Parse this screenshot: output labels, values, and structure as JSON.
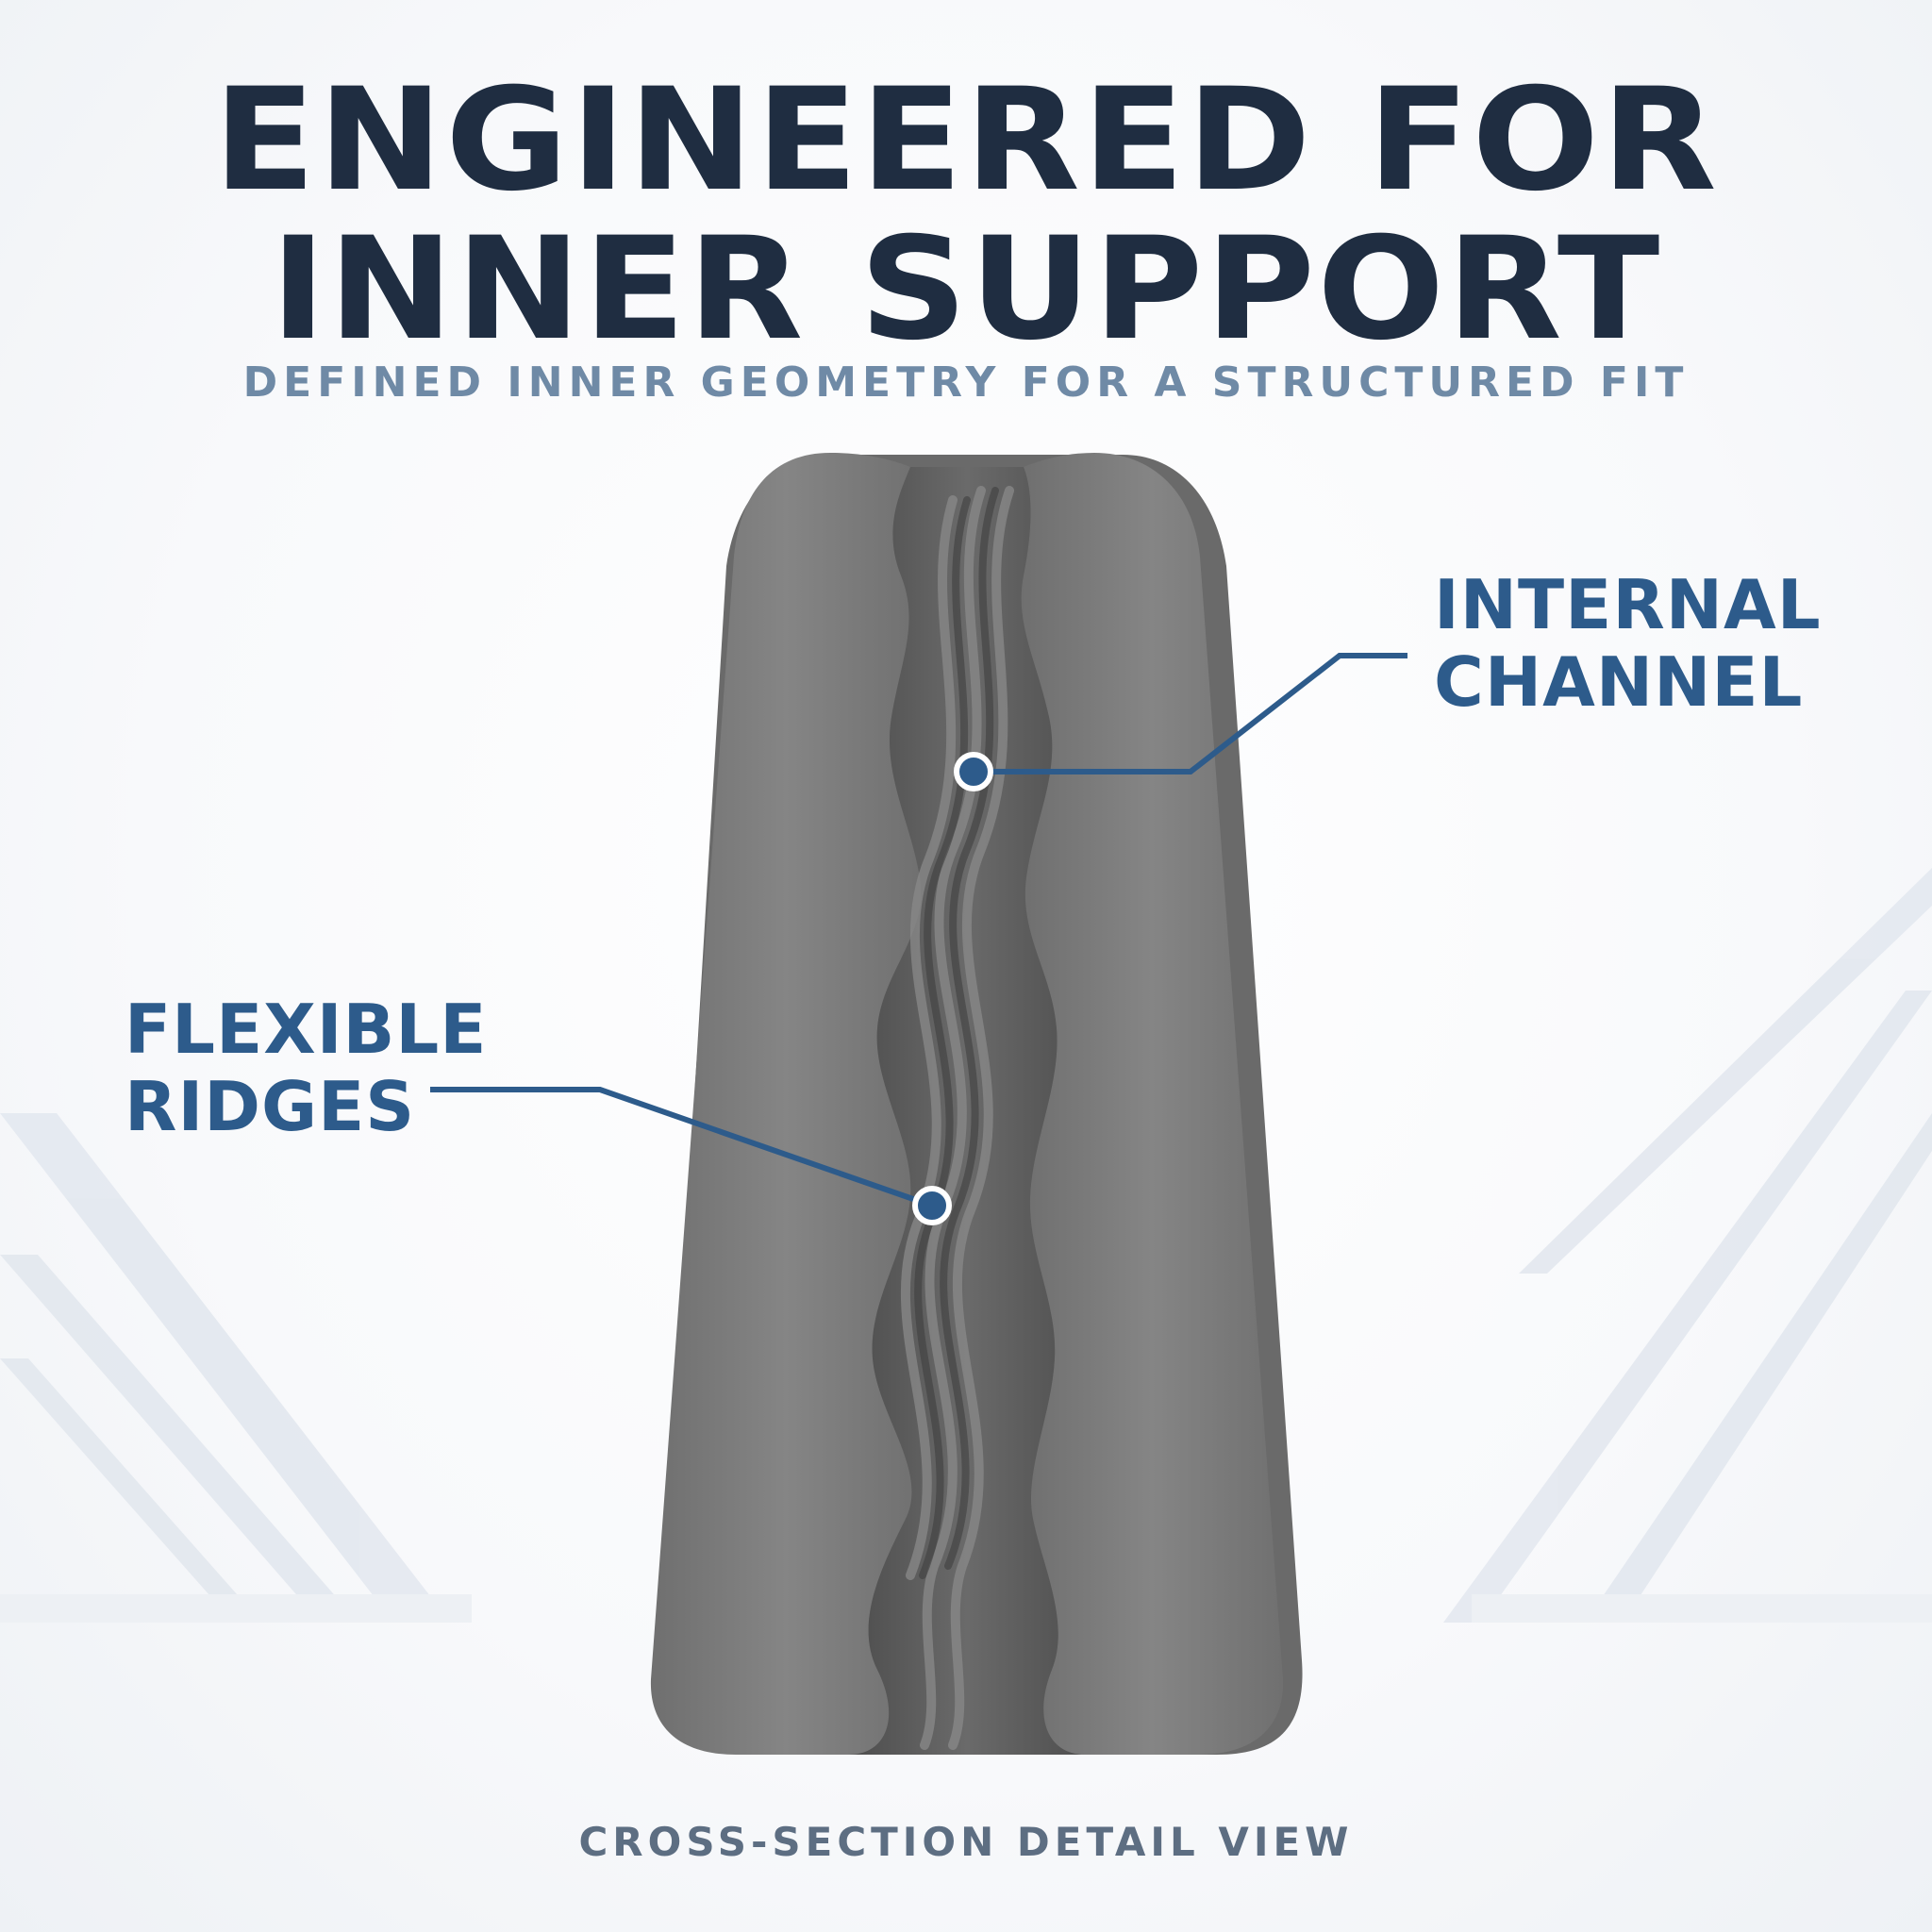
{
  "header": {
    "title_line1": "ENGINEERED FOR",
    "title_line2": "INNER SUPPORT",
    "subtitle": "DEFINED INNER GEOMETRY FOR A STRUCTURED FIT"
  },
  "callouts": {
    "internal_channel": {
      "line1": "INTERNAL",
      "line2": "CHANNEL"
    },
    "flexible_ridges": {
      "line1": "FLEXIBLE",
      "line2": "RIDGES"
    }
  },
  "footer": {
    "caption": "CROSS-SECTION DETAIL VIEW"
  },
  "colors": {
    "headline": "#1f2d41",
    "subtitle": "#6f8aa6",
    "callout": "#2d5b8b",
    "product_gray": "#7c7c7c",
    "background": "#f7f8fa"
  }
}
